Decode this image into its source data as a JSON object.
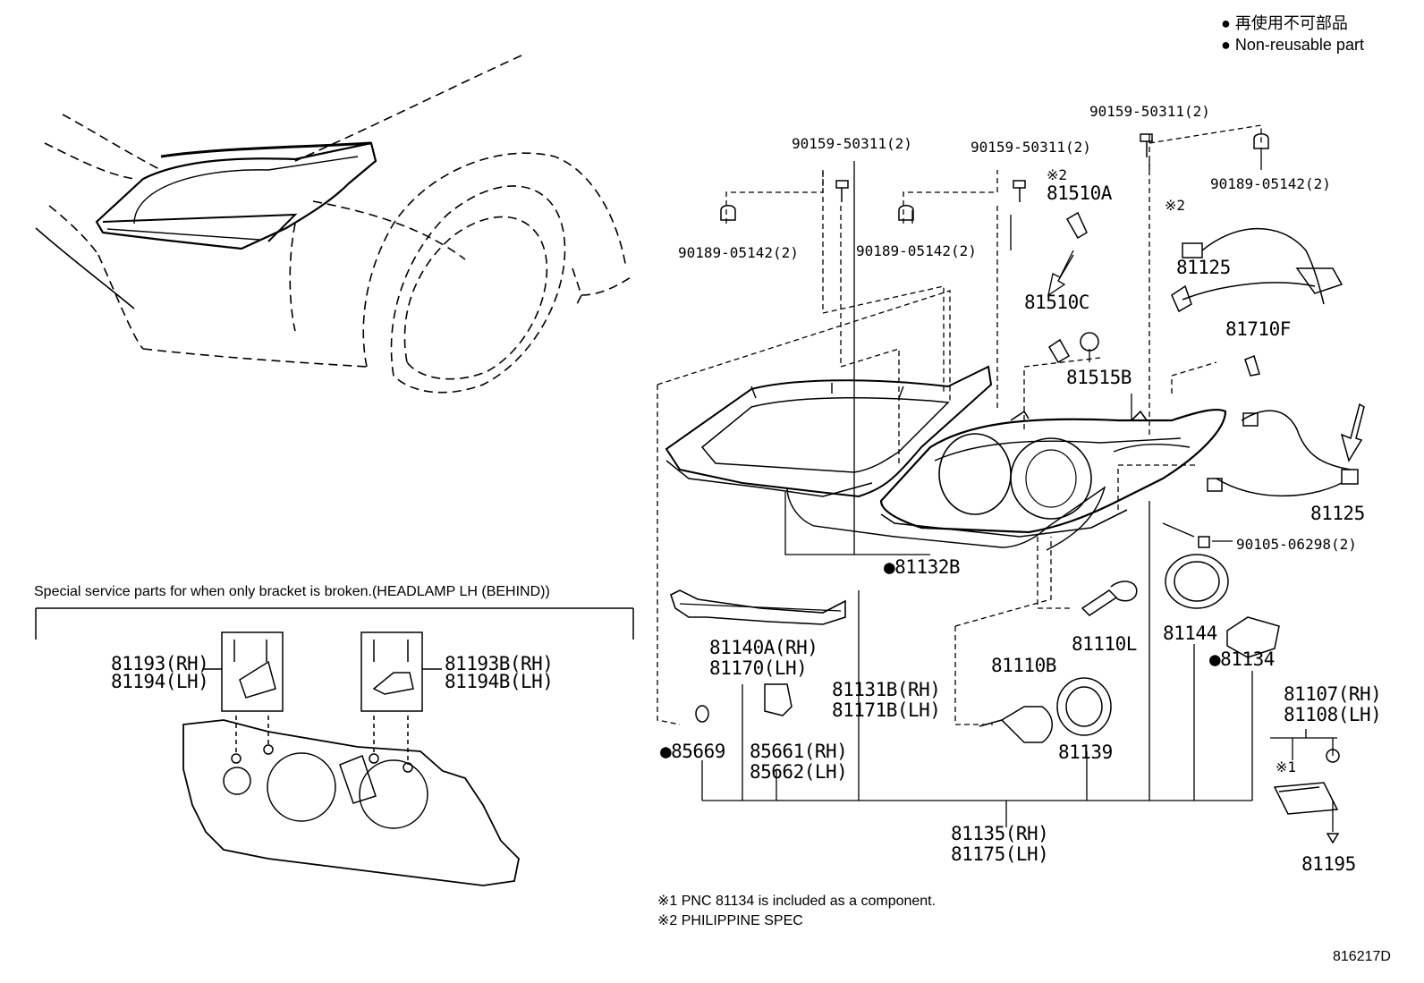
{
  "legend": {
    "line1": "● 再使用不可部品",
    "line2": "● Non-reusable part"
  },
  "parts": {
    "p90159_a": "90159-50311(2)",
    "p90159_b": "90159-50311(2)",
    "p90159_c": "90159-50311(2)",
    "p90189_a": "90189-05142(2)",
    "p90189_b": "90189-05142(2)",
    "p90189_c": "90189-05142(2)",
    "p81510A_mark": "※2",
    "p81510A": "81510A",
    "p81510C": "81510C",
    "p81515B": "81515B",
    "p_x2": "※2",
    "p81125_a": "81125",
    "p81710F": "81710F",
    "p81125_b": "81125",
    "p90105": "90105-06298(2)",
    "p81132B": "●81132B",
    "p81140A": "81140A(RH)",
    "p81170": "81170(LH)",
    "p81131B": "81131B(RH)",
    "p81171B": "81171B(LH)",
    "p81110L": "81110L",
    "p81144": "81144",
    "p81134": "●81134",
    "p81110B": "81110B",
    "p85669": "●85669",
    "p85661": "85661(RH)",
    "p85662": "85662(LH)",
    "p81139": "81139",
    "p81107": "81107(RH)",
    "p81108": "81108(LH)",
    "p_x1": "※1",
    "p81135": "81135(RH)",
    "p81175": "81175(LH)",
    "p81195": "81195",
    "p81193": "81193(RH)",
    "p81194": "81194(LH)",
    "p81193B": "81193B(RH)",
    "p81194B": "81194B(LH)"
  },
  "notes": {
    "special": "Special service parts for when only bracket is broken.(HEADLAMP LH (BEHIND))",
    "note1": "※1 PNC 81134 is included as a component.",
    "note2": "※2 PHILIPPINE SPEC",
    "figure_id": "816217D"
  }
}
